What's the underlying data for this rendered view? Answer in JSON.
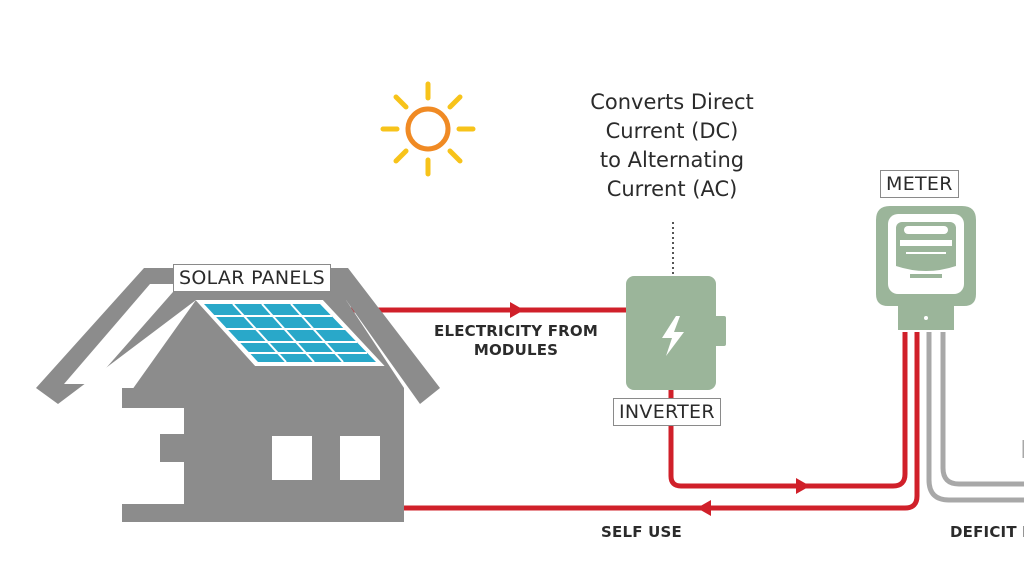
{
  "labels": {
    "solar_panels": "SOLAR PANELS",
    "inverter": "INVERTER",
    "meter": "METER",
    "electricity_from_modules": [
      "ELECTRICITY FROM",
      "MODULES"
    ],
    "self_use": "SELF USE",
    "deficit": "DEFICIT I",
    "converter_description": [
      "Converts Direct",
      "Current (DC)",
      "to Alternating",
      "Current (AC)"
    ]
  },
  "icons": [
    "sun-icon",
    "house-icon",
    "solar-panel-icon",
    "inverter-icon",
    "lightning-bolt-icon",
    "meter-icon"
  ],
  "colors": {
    "house": "#8c8c8c",
    "panel": "#29a8c9",
    "inverter": "#9bb59a",
    "meter": "#9bb59a",
    "power_line": "#d0202a",
    "grid_line": "#a8a8a8",
    "sun": "#f7c31a",
    "sun_core": "#f08a24"
  }
}
